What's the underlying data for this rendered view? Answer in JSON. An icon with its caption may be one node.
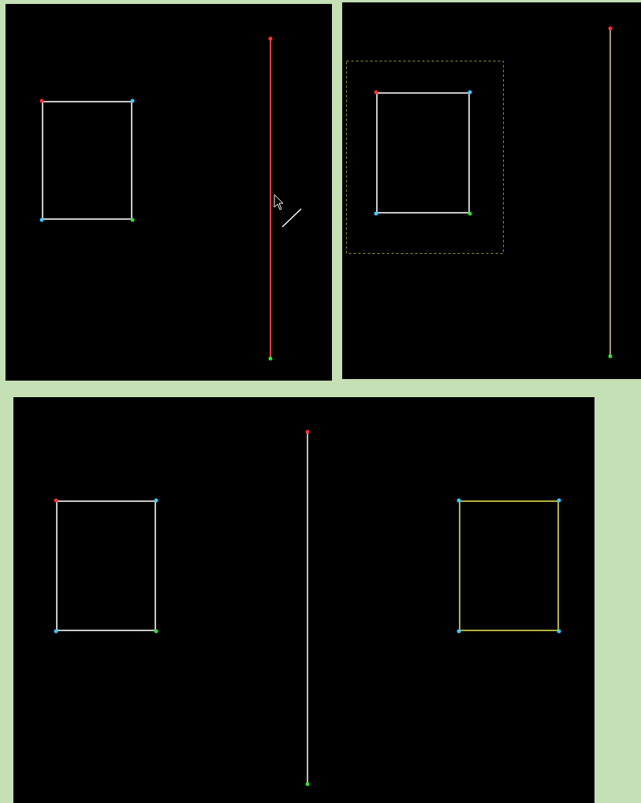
{
  "diagram": {
    "nodes": [
      {
        "text": [],
        "shape": "box"
      },
      {
        "text": [],
        "shape": "box",
        "in": 0
      },
      {
        "text": [],
        "shape": "box"
      },
      {
        "text": [],
        "shape": "box",
        "in": 2
      },
      {
        "text": [],
        "shape": "box"
      },
      {
        "text": [],
        "shape": "box",
        "in": 4
      },
      {
        "text": [],
        "shape": "box",
        "in": 4
      }
    ]
  }
}
